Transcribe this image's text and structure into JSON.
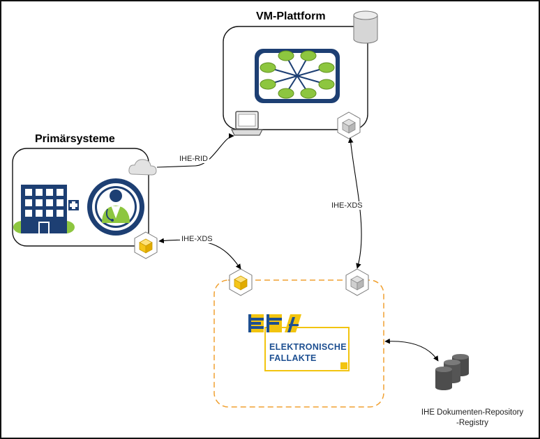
{
  "diagram": {
    "vm_platform": {
      "title": "VM-Plattform"
    },
    "primary_systems": {
      "title": "Primärsysteme"
    },
    "edges": {
      "rid": "IHE-RID",
      "xds_vertical": "IHE-XDS",
      "xds_horizontal": "IHE-XDS"
    },
    "efa_logo": {
      "mark": "EFA",
      "line1": "ELEKTRONISCHE",
      "line2": "FALLAKTE"
    },
    "repository": {
      "line1": "IHE Dokumenten-Repository",
      "line2": "-Registry"
    },
    "colors": {
      "accent_green": "#8dc63f",
      "navy": "#1d3f73",
      "efa_blue": "#1d4f91",
      "efa_yellow": "#f2c40f",
      "dashed_orange": "#f0a030",
      "actor_yellow": "#f5c518",
      "actor_grey": "#c8c8c8"
    },
    "icons": [
      "database-icon",
      "network-hub-icon",
      "laptop-icon",
      "cloud-icon",
      "hospital-icon",
      "doctor-icon",
      "actor-cube-icon",
      "database-stack-icon"
    ]
  }
}
